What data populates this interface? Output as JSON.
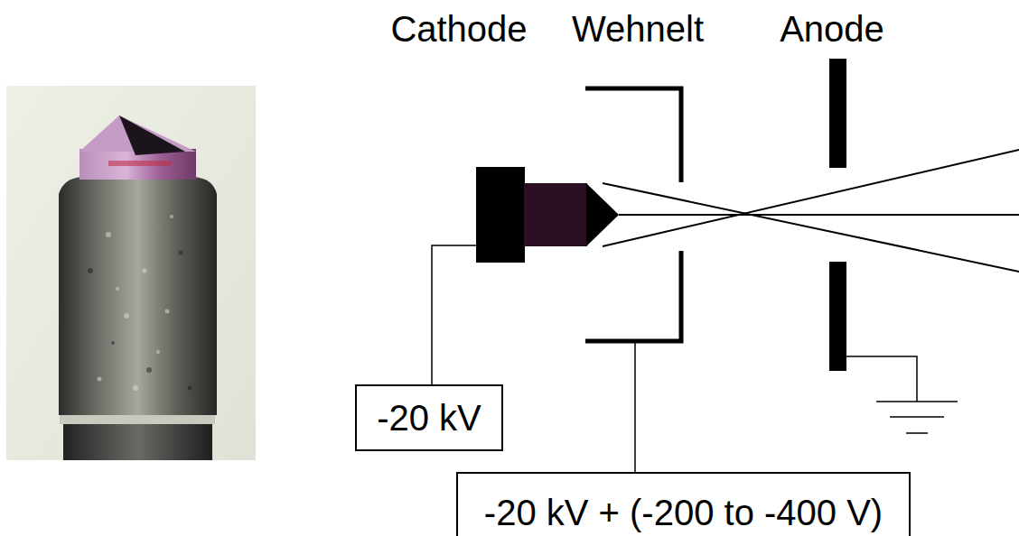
{
  "diagram": {
    "nodes": [
      {
        "text": [
          "-20 kV"
        ]
      },
      {
        "text": [
          "-20 kV + (-200 to -400 V)"
        ]
      }
    ],
    "labels": [
      "Cathode",
      "Wehnelt",
      "Anode"
    ]
  }
}
